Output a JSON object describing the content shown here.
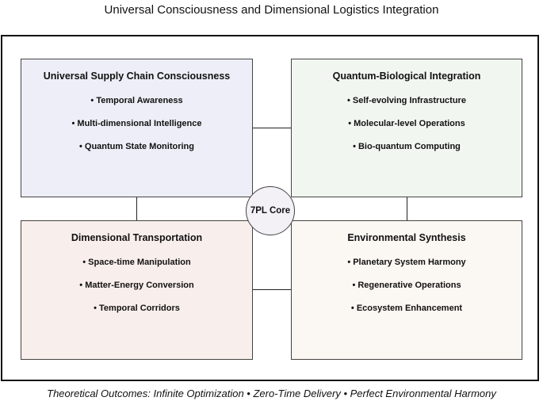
{
  "title": "Universal Consciousness and Dimensional Logistics Integration",
  "core_label": "7PL Core",
  "quadrants": [
    {
      "title": "Universal Supply Chain Consciousness",
      "color": "#eeeef8",
      "items": [
        "• Temporal Awareness",
        "• Multi-dimensional Intelligence",
        "• Quantum State Monitoring"
      ]
    },
    {
      "title": "Quantum-Biological Integration",
      "color": "#f1f6f0",
      "items": [
        "• Self-evolving Infrastructure",
        "• Molecular-level Operations",
        "• Bio-quantum Computing"
      ]
    },
    {
      "title": "Dimensional Transportation",
      "color": "#f8eeec",
      "items": [
        "• Space-time Manipulation",
        "• Matter-Energy Conversion",
        "• Temporal Corridors"
      ]
    },
    {
      "title": "Environmental Synthesis",
      "color": "#fbf8f3",
      "items": [
        "• Planetary System Harmony",
        "• Regenerative Operations",
        "• Ecosystem Enhancement"
      ]
    }
  ],
  "footer": "Theoretical Outcomes: Infinite Optimization • Zero-Time Delivery • Perfect Environmental Harmony"
}
